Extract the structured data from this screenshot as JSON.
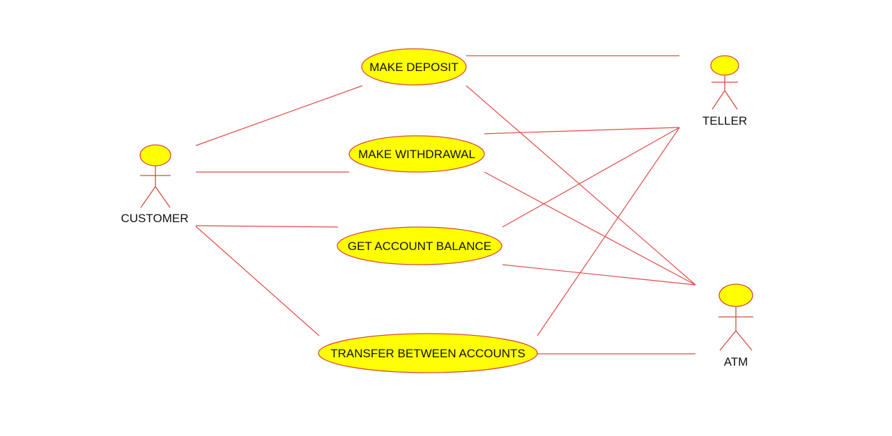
{
  "diagram": {
    "actors": [
      {
        "id": "customer",
        "label": "CUSTOMER"
      },
      {
        "id": "teller",
        "label": "TELLER"
      },
      {
        "id": "atm",
        "label": "ATM"
      }
    ],
    "use_cases": [
      {
        "id": "make_deposit",
        "label": "MAKE DEPOSIT"
      },
      {
        "id": "make_withdrawal",
        "label": "MAKE WITHDRAWAL"
      },
      {
        "id": "get_account_balance",
        "label": "GET ACCOUNT BALANCE"
      },
      {
        "id": "transfer_between_accounts",
        "label": "TRANSFER BETWEEN ACCOUNTS"
      }
    ],
    "associations": [
      {
        "actor": "customer",
        "use_case": "make_deposit"
      },
      {
        "actor": "customer",
        "use_case": "make_withdrawal"
      },
      {
        "actor": "customer",
        "use_case": "get_account_balance"
      },
      {
        "actor": "customer",
        "use_case": "transfer_between_accounts"
      },
      {
        "actor": "teller",
        "use_case": "make_deposit"
      },
      {
        "actor": "teller",
        "use_case": "make_withdrawal"
      },
      {
        "actor": "teller",
        "use_case": "get_account_balance"
      },
      {
        "actor": "teller",
        "use_case": "transfer_between_accounts"
      },
      {
        "actor": "atm",
        "use_case": "make_deposit"
      },
      {
        "actor": "atm",
        "use_case": "make_withdrawal"
      },
      {
        "actor": "atm",
        "use_case": "get_account_balance"
      },
      {
        "actor": "atm",
        "use_case": "transfer_between_accounts"
      }
    ],
    "colors": {
      "line": "#e24a4a",
      "fill": "#ffff00",
      "stroke": "#d84a3a",
      "text": "#111111"
    }
  }
}
